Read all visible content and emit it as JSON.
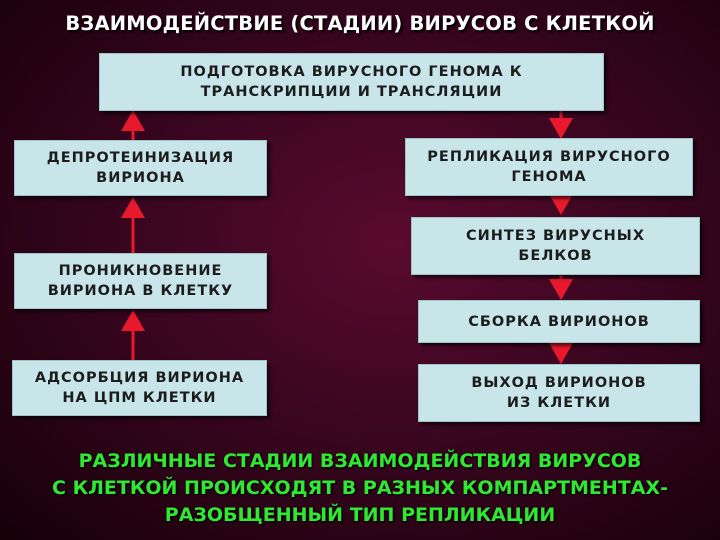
{
  "title": "ВЗАИМОДЕЙСТВИЕ (СТАДИИ) ВИРУСОВ С КЛЕТКОЙ",
  "stages": {
    "preparation": "ПОДГОТОВКА ВИРУСНОГО ГЕНОМА К\nТРАНСКРИПЦИИ И ТРАНСЛЯЦИИ",
    "deproteinization": "ДЕПРОТЕИНИЗАЦИЯ\nВИРИОНА",
    "penetration": "ПРОНИКНОВЕНИЕ\nВИРИОНА В КЛЕТКУ",
    "adsorption": "АДСОРБЦИЯ ВИРИОНА\nНА ЦПМ КЛЕТКИ",
    "replication": "РЕПЛИКАЦИЯ ВИРУСНОГО\nГЕНОМА",
    "protein_synthesis": "СИНТЕЗ ВИРУСНЫХ\nБЕЛКОВ",
    "assembly": "СБОРКА ВИРИОНОВ",
    "exit": "ВЫХОД ВИРИОНОВ\nИЗ КЛЕТКИ"
  },
  "footer": "РАЗЛИЧНЫЕ СТАДИИ ВЗАИМОДЕЙСТВИЯ ВИРУСОВ\nС КЛЕТКОЙ ПРОИСХОДЯТ В РАЗНЫХ КОМПАРТМЕНТАХ-\nРАЗОБЩЕННЫЙ ТИП РЕПЛИКАЦИИ",
  "colors": {
    "background": "#3a0620",
    "box": "#c8e6ea",
    "arrow": "#e8192c",
    "footer_text": "#2ee832",
    "title_text": "#ffffff"
  }
}
